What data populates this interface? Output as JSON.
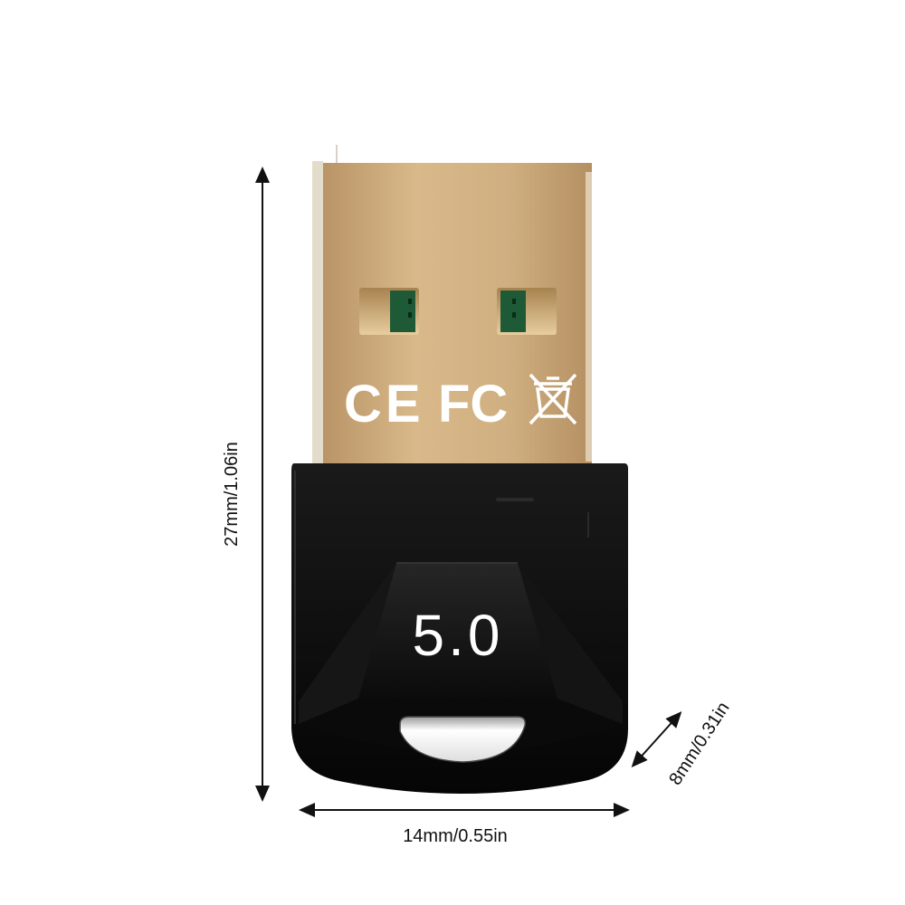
{
  "product": {
    "version_label": "5.0",
    "certification_marks": [
      "CE",
      "FC",
      "WEEE"
    ]
  },
  "dimensions": {
    "height_label": "27mm/1.06in",
    "width_label": "14mm/0.55in",
    "depth_label": "8mm/0.31in"
  },
  "colors": {
    "gold": "#c9a676",
    "gold_light": "#e3c79c",
    "body": "#0d0d0d",
    "contact_green": "#1f5a36",
    "text_white": "#ffffff",
    "dimension_line": "#111111"
  }
}
